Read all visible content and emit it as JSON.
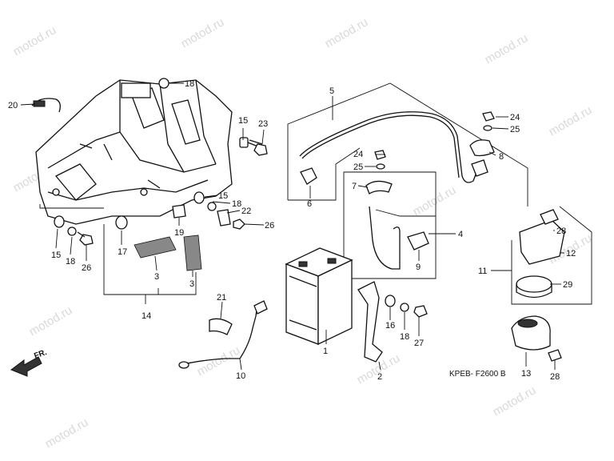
{
  "watermark": "motod.ru",
  "diagram_code": "KPEB- F2600 B",
  "front_arrow_label": "FR.",
  "callouts": {
    "c1": "1",
    "c2": "2",
    "c3a": "3",
    "c3b": "3",
    "c4": "4",
    "c5": "5",
    "c6": "6",
    "c7": "7",
    "c8": "8",
    "c9": "9",
    "c10": "10",
    "c11": "11",
    "c12": "12",
    "c13": "13",
    "c14": "14",
    "c15a": "15",
    "c15b": "15",
    "c15c": "15",
    "c16": "16",
    "c17": "17",
    "c18a": "18",
    "c18b": "18",
    "c18c": "18",
    "c18d": "18",
    "c19": "19",
    "c20": "20",
    "c21": "21",
    "c22": "22",
    "c23": "23",
    "c24a": "24",
    "c24b": "24",
    "c25a": "25",
    "c25b": "25",
    "c26a": "26",
    "c26b": "26",
    "c27": "27",
    "c28a": "28",
    "c28b": "28",
    "c29": "29"
  }
}
